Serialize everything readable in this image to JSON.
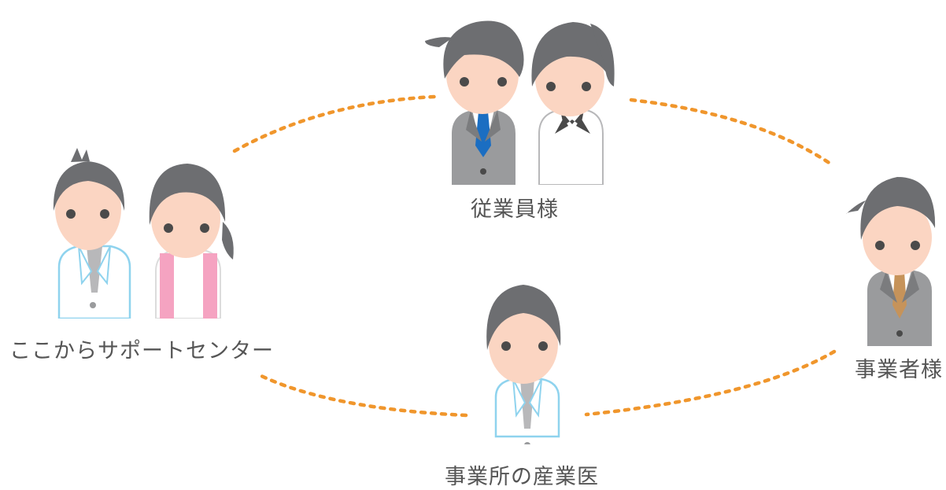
{
  "groups": {
    "support_center": {
      "label": "ここからサポートセンター"
    },
    "employees": {
      "label": "従業員様"
    },
    "employer": {
      "label": "事業者様"
    },
    "occupational_doctor": {
      "label": "事業所の産業医"
    }
  },
  "colors": {
    "hair": "#6d6e71",
    "skin": "#fbd5c2",
    "eyes": "#4a4a4a",
    "connector": "#f0962c",
    "suit_gray": "#9a9b9d",
    "coat_outline": "#8fd3ee",
    "blue_tie": "#1b6ec2",
    "gold_tie": "#c6935a",
    "pink_scarf": "#f5a3c1",
    "label_text": "#555555"
  }
}
